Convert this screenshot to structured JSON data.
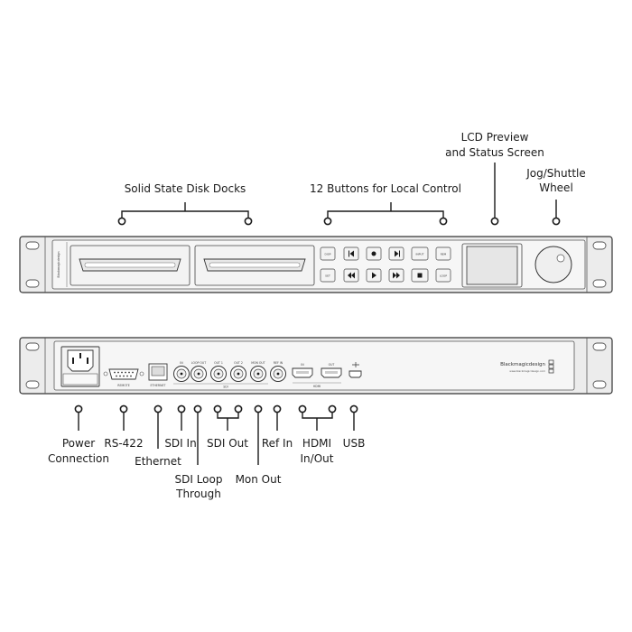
{
  "front_labels": {
    "disk_docks": "Solid State Disk Docks",
    "buttons": "12 Buttons for Local Control",
    "lcd_line1": "LCD Preview",
    "lcd_line2": "and Status Screen",
    "jog_line1": "Jog/Shuttle",
    "jog_line2": "Wheel"
  },
  "rear_labels": {
    "power_line1": "Power",
    "power_line2": "Connection",
    "rs422": "RS-422",
    "ethernet": "Ethernet",
    "sdi_in": "SDI In",
    "sdi_loop_line1": "SDI Loop",
    "sdi_loop_line2": "Through",
    "sdi_out": "SDI Out",
    "mon_out": "Mon Out",
    "ref_in": "Ref In",
    "hdmi_line1": "HDMI",
    "hdmi_line2": "In/Out",
    "usb": "USB"
  },
  "device": {
    "model_logo": "Blackmagicdesign",
    "model_url": "www.blackmagicdesign.com",
    "front_buttons_top": [
      "DISP",
      "",
      "",
      "",
      "INPUT",
      "REM"
    ],
    "front_buttons_bottom": [
      "SET",
      "",
      "",
      "",
      "",
      "LOOP"
    ],
    "rear_small_labels": {
      "remote": "REMOTE",
      "ethernet": "ETHERNET",
      "sdi_in": "IN",
      "loop": "LOOP OUT",
      "out1": "OUT 1",
      "out2": "OUT 2",
      "mon": "MON OUT",
      "ref": "REF IN",
      "sdi_group": "SDI",
      "hdmi_in": "IN",
      "hdmi_out": "OUT",
      "hdmi_group": "HDMI"
    }
  }
}
